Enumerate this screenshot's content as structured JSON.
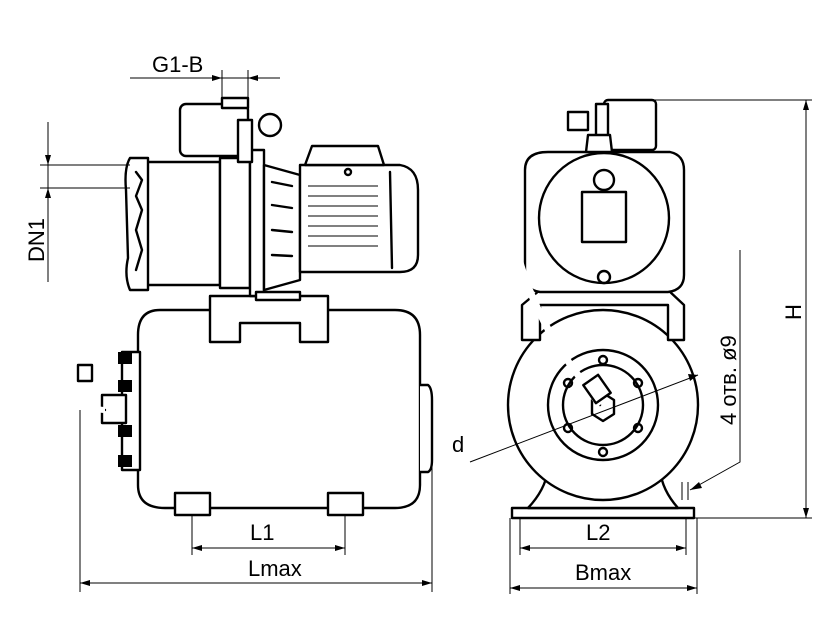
{
  "labels": {
    "g1b": "G1-B",
    "dn1": "DN1",
    "l1": "L1",
    "lmax": "Lmax",
    "l2": "L2",
    "bmax": "Bmax",
    "h": "H",
    "holes": "4 отв. ø9",
    "d": "d"
  }
}
